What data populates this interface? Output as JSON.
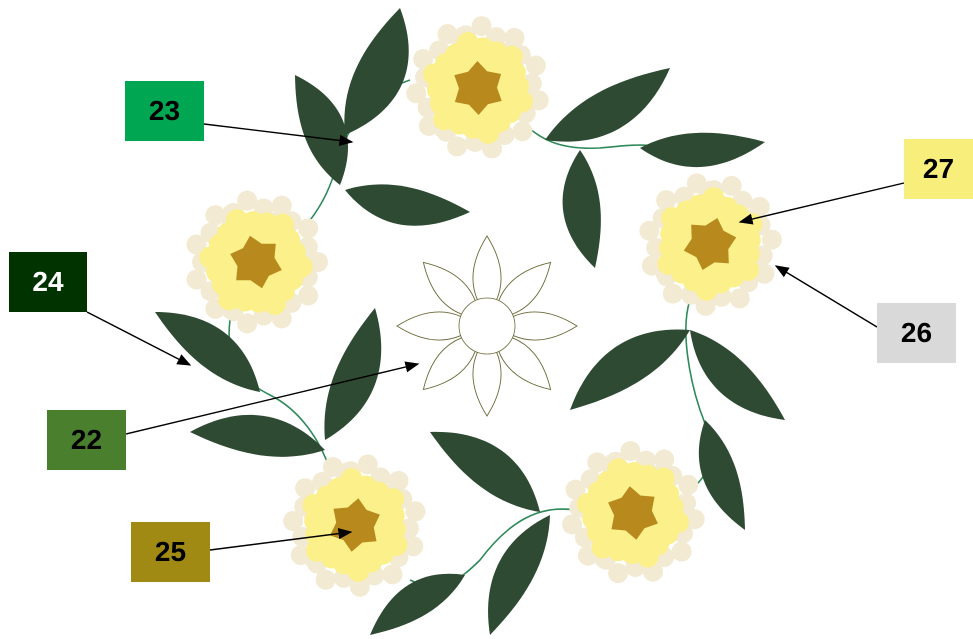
{
  "legend_labels": [
    {
      "id": "label-23",
      "text": "23",
      "bg": "#00a651",
      "fg": "#000000"
    },
    {
      "id": "label-27",
      "text": "27",
      "bg": "#f7ee7b",
      "fg": "#000000"
    },
    {
      "id": "label-24",
      "text": "24",
      "bg": "#003300",
      "fg": "#ffffff"
    },
    {
      "id": "label-26",
      "text": "26",
      "bg": "#d9d9d9",
      "fg": "#000000"
    },
    {
      "id": "label-22",
      "text": "22",
      "bg": "#4a7f2e",
      "fg": "#000000"
    },
    {
      "id": "label-25",
      "text": "25",
      "bg": "#a08a14",
      "fg": "#000000"
    }
  ],
  "colors": {
    "leaf": "#2e4a32",
    "stem": "#2f8a5a",
    "petal_outer": "#f2ead3",
    "petal_inner": "#fbf08a",
    "center": "#b88a1e",
    "outline_flower": "#6b6b3a",
    "arrow": "#000000"
  }
}
